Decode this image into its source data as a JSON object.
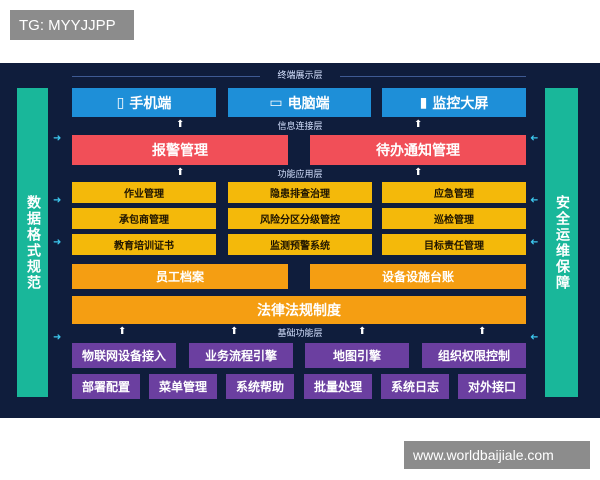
{
  "watermark_top": "TG: MYYJJPP",
  "watermark_bottom": "www.worldbaijiale.com",
  "side_left": "数据格式规范",
  "side_right": "安全运维保障",
  "layers": {
    "terminal": "终端展示层",
    "info": "信息连接层",
    "function": "功能应用层",
    "base": "基础功能层"
  },
  "terminals": [
    {
      "icon": "phone-icon",
      "glyph": "▯",
      "label": "手机端"
    },
    {
      "icon": "monitor-icon",
      "glyph": "▭",
      "label": "电脑端"
    },
    {
      "icon": "bar-chart-icon",
      "glyph": "▮",
      "label": "监控大屏"
    }
  ],
  "info_boxes": [
    "报警管理",
    "待办通知管理"
  ],
  "functions": [
    [
      "作业管理",
      "隐患排查治理",
      "应急管理"
    ],
    [
      "承包商管理",
      "风险分区分级管控",
      "巡检管理"
    ],
    [
      "教育培训证书",
      "监测预警系统",
      "目标责任管理"
    ]
  ],
  "archives": [
    "员工档案",
    "设备设施台账"
  ],
  "law": "法律法规制度",
  "base_row1": [
    "物联网设备接入",
    "业务流程引擎",
    "地图引擎",
    "组织权限控制"
  ],
  "base_row2": [
    "部署配置",
    "菜单管理",
    "系统帮助",
    "批量处理",
    "系统日志",
    "对外接口"
  ],
  "colors": {
    "background": "#0f1d3c",
    "side": "#19b79a",
    "terminal": "#1e8fd8",
    "info": "#f14f58",
    "function": "#f4b90a",
    "archive": "#f59e12",
    "base": "#6b3fa0"
  }
}
